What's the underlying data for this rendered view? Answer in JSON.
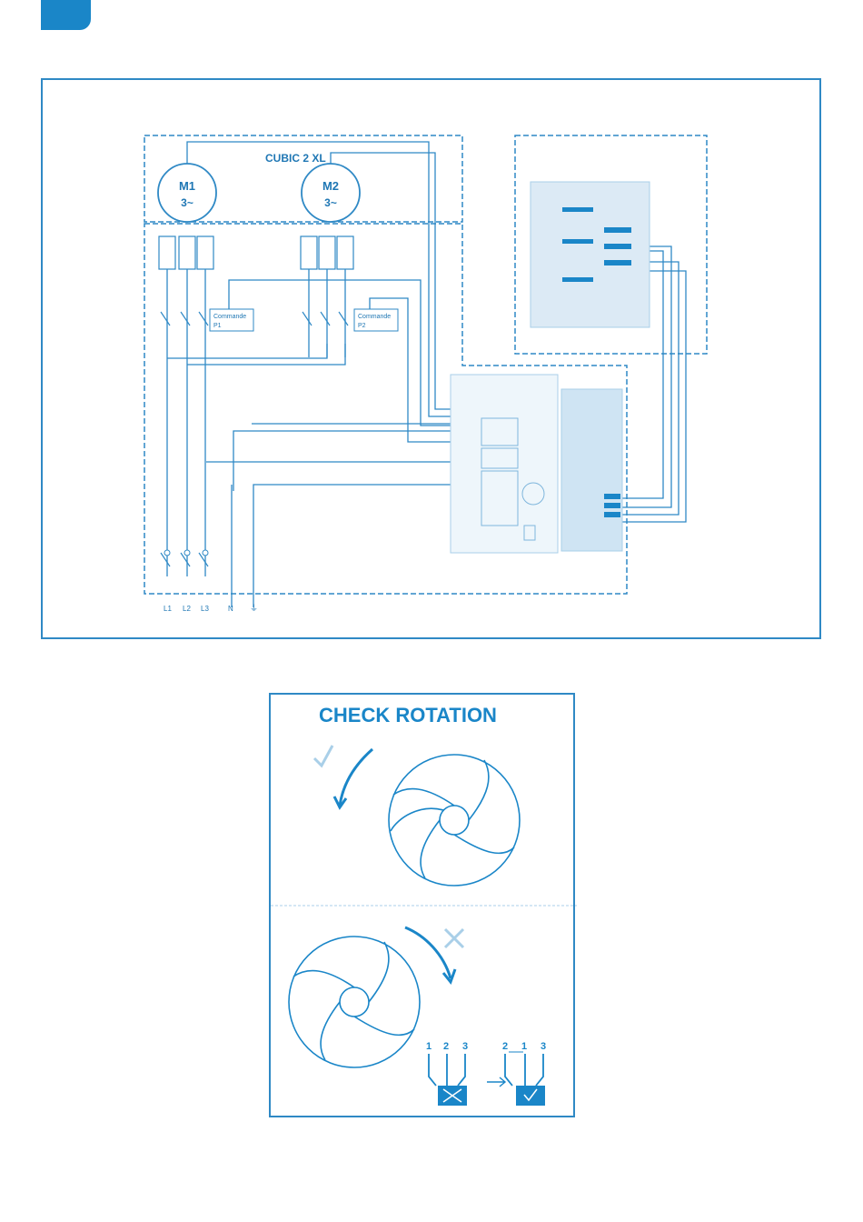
{
  "colors": {
    "accent": "#1a86c8",
    "line": "#2f89c5",
    "light": "#a9cfe8"
  },
  "wiring": {
    "unit_label": "CUBIC 2 XL",
    "motor1": {
      "name": "M1",
      "phase": "3~"
    },
    "motor2": {
      "name": "M2",
      "phase": "3~"
    },
    "command1": {
      "line1": "Commande",
      "line2": "P1"
    },
    "command2": {
      "line1": "Commande",
      "line2": "P2"
    },
    "supply": [
      "L1",
      "L2",
      "L3",
      "N",
      "⏚"
    ]
  },
  "rotation": {
    "title": "CHECK ROTATION",
    "wires_before": [
      "1",
      "2",
      "3"
    ],
    "wires_after": [
      "2",
      "1",
      "3"
    ]
  }
}
